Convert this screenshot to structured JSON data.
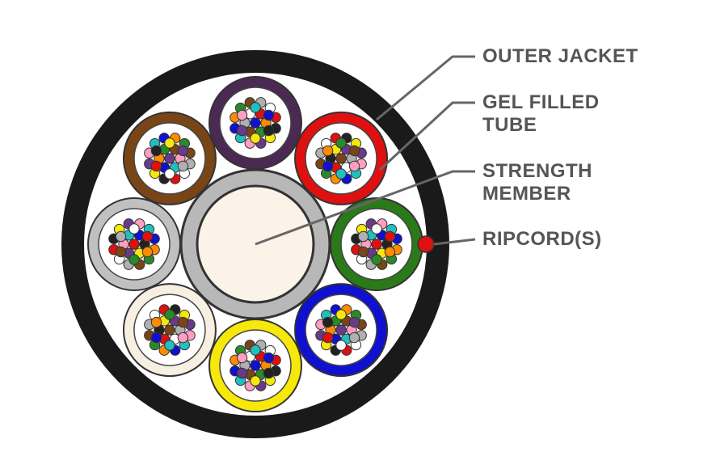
{
  "labels": {
    "outer_jacket": "OUTER JACKET",
    "gel_filled_tube_line1": "GEL FILLED",
    "gel_filled_tube_line2": "TUBE",
    "strength_member_line1": "STRENGTH",
    "strength_member_line2": "MEMBER",
    "ripcord": "RIPCORD(S)"
  },
  "colors": {
    "jacket": "#1a1a1a",
    "filler": "#ffffff",
    "strength_outer": "#b8b8b8",
    "strength_core": "#fbf3e8",
    "ripcord": "#e01010",
    "leader_line": "#666666",
    "tube_fill": "#ffffff",
    "tube_colors": [
      "#4a2a52",
      "#e01010",
      "#2a7a1a",
      "#1010d0",
      "#f5e80a",
      "#f6efe2",
      "#c0c0c0",
      "#7a4516"
    ],
    "fiber_colors": [
      "#1010d0",
      "#ff8c00",
      "#2a8a2a",
      "#7a4516",
      "#b0b0b0",
      "#ffffff",
      "#e01010",
      "#222222",
      "#f5e80a",
      "#6a3a8a",
      "#ff9ec0",
      "#20c0c0"
    ]
  }
}
